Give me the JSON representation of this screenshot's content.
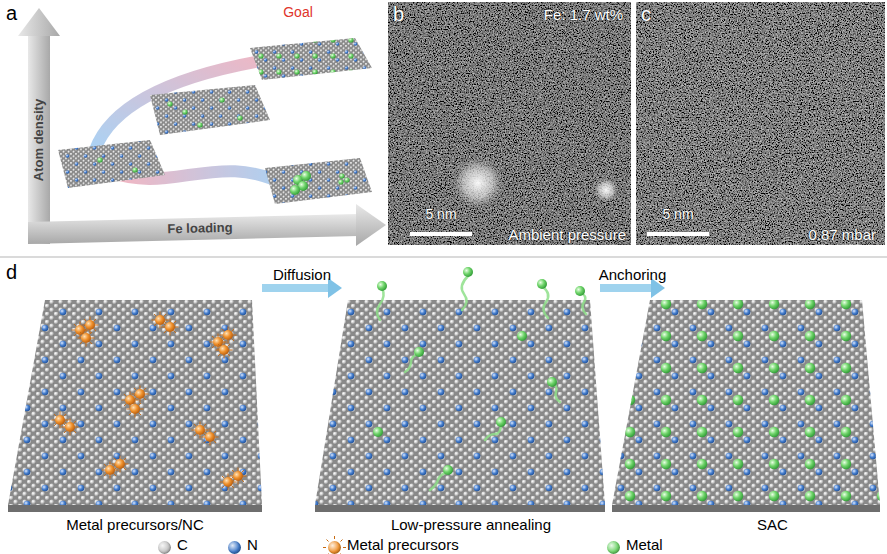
{
  "diagram": {
    "nodes": [
      {
        "text": [
          "Metal precursors/NC"
        ]
      },
      {
        "text": [
          "Low-pressure annealing"
        ]
      },
      {
        "text": [
          "SAC"
        ]
      }
    ],
    "edges": [
      {
        "from": 0,
        "to": 1,
        "arrow": "to",
        "label": "Diffusion"
      },
      {
        "from": 1,
        "to": 2,
        "arrow": "to",
        "label": "Anchoring"
      }
    ],
    "labels": [
      "a",
      "Goal",
      "Atom density",
      "Fe loading",
      "b",
      "Fe: 1.7 wt%",
      "5 nm",
      "Ambient pressure",
      "c",
      "5 nm",
      "0.87 mbar",
      "d"
    ],
    "legend": [
      {
        "text": "C",
        "color": "#c4c4c4"
      },
      {
        "text": "N",
        "color": "#3f78c8"
      },
      {
        "text": "Metal precursors",
        "color": "#f0922e"
      },
      {
        "text": "Metal",
        "color": "#6fd46a"
      }
    ]
  }
}
